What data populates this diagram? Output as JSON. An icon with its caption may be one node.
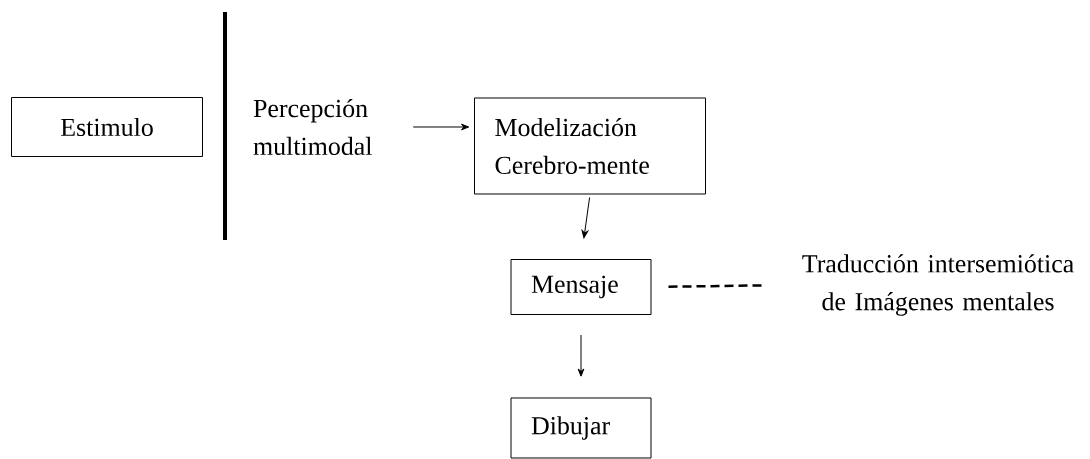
{
  "diagram": {
    "nodes": [
      {
        "text": [
          "Estimulo"
        ]
      },
      {
        "text": [
          "Percepción multimodal"
        ]
      },
      {
        "text": [
          "Modelización Cerebro-mente"
        ]
      },
      {
        "text": [
          "Mensaje"
        ]
      },
      {
        "text": [
          "Traducción intersemiótica de Imágenes mentales"
        ]
      },
      {
        "text": [
          "Dibujar"
        ]
      }
    ],
    "edges": [
      {
        "from": 1,
        "to": 2,
        "arrow": "to"
      },
      {
        "from": 2,
        "to": 3,
        "arrow": "to"
      },
      {
        "from": 3,
        "to": 4,
        "arrow": "none",
        "style": "dashed"
      },
      {
        "from": 3,
        "to": 5,
        "arrow": "to"
      }
    ]
  }
}
